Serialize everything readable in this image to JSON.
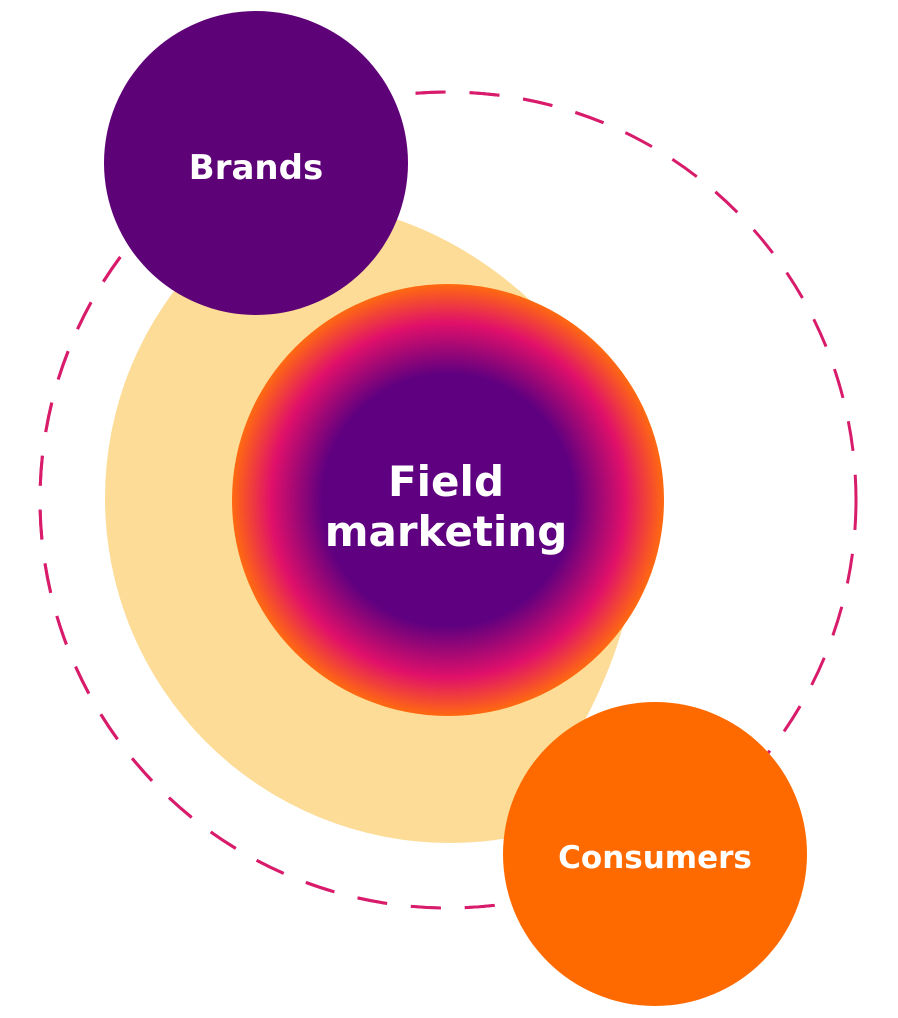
{
  "diagram": {
    "center": {
      "label_line1": "Field",
      "label_line2": "marketing"
    },
    "top_node": {
      "label": "Brands"
    },
    "bottom_node": {
      "label": "Consumers"
    }
  },
  "colors": {
    "background": "#ffffff",
    "dashed_ring": "#d81b6a",
    "arc_band": "#fddc98",
    "brands_fill": "#5e0277",
    "consumers_fill": "#ff6a00",
    "center_gradient_inner": "#5e0080",
    "center_gradient_mid": "#e0106a",
    "center_gradient_outer": "#ff6a10"
  }
}
